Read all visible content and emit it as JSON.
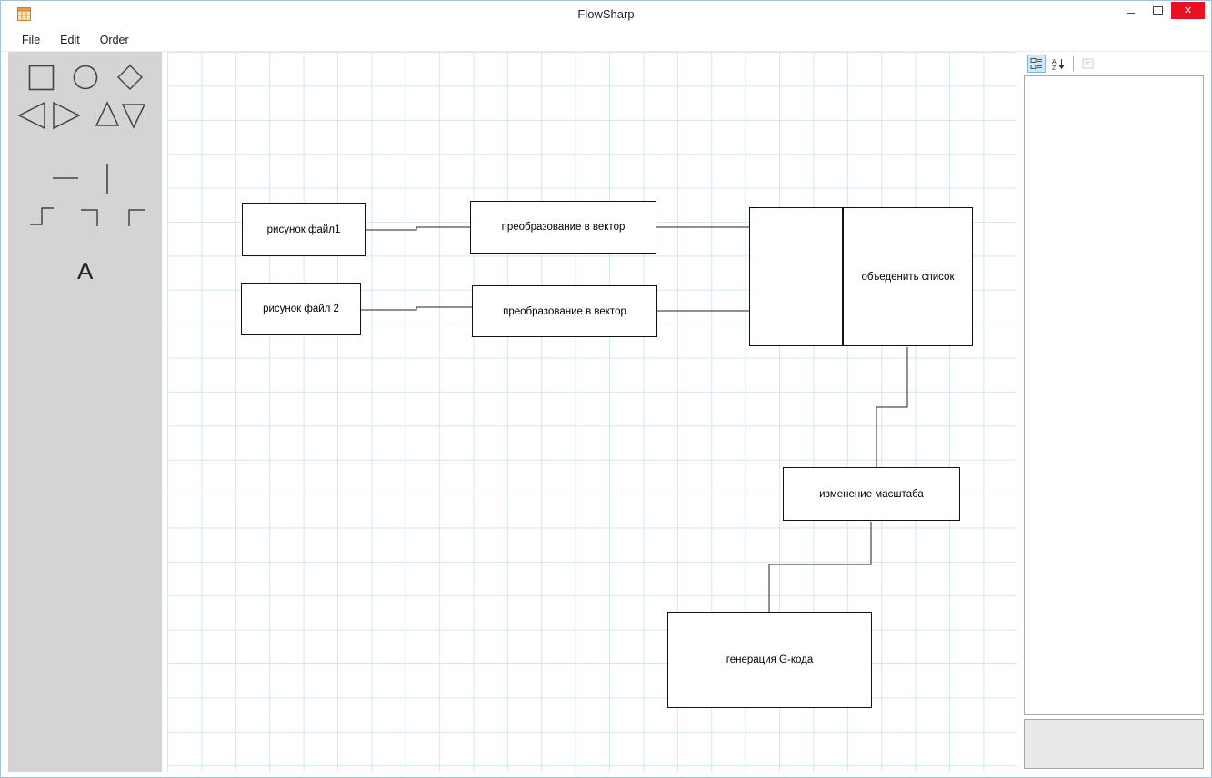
{
  "window": {
    "title": "FlowSharp",
    "controls": [
      {
        "name": "minimize",
        "glyph": "–"
      },
      {
        "name": "maximize",
        "glyph": "□"
      },
      {
        "name": "close",
        "glyph": "✕"
      }
    ]
  },
  "menu": {
    "items": [
      {
        "label": "File"
      },
      {
        "label": "Edit"
      },
      {
        "label": "Order"
      }
    ]
  },
  "toolbox": {
    "text_tool_label": "A",
    "tools": [
      "rectangle",
      "ellipse",
      "diamond",
      "left-triangle",
      "right-triangle",
      "up-triangle",
      "down-triangle",
      "horizontal-line",
      "vertical-line",
      "z-step-connector",
      "corner-connector-right-down",
      "corner-connector-left-down",
      "text"
    ]
  },
  "diagram": {
    "nodes": [
      {
        "id": "n1",
        "label": "рисунок файл1"
      },
      {
        "id": "n2",
        "label": "рисунок файл 2"
      },
      {
        "id": "n3",
        "label": "преобразование в вектор"
      },
      {
        "id": "n4",
        "label": "преобразование в вектор"
      },
      {
        "id": "n5",
        "label": ""
      },
      {
        "id": "n6",
        "label": "объеденить список"
      },
      {
        "id": "n7",
        "label": "изменение масштаба"
      },
      {
        "id": "n8",
        "label": "генерация G-кода"
      }
    ],
    "connections": [
      [
        "n1",
        "n3"
      ],
      [
        "n2",
        "n4"
      ],
      [
        "n3",
        "n5"
      ],
      [
        "n4",
        "n5"
      ],
      [
        "n6",
        "n7"
      ],
      [
        "n7",
        "n8"
      ]
    ]
  },
  "property_panel": {
    "toolbar": [
      {
        "name": "categorized",
        "selected": true
      },
      {
        "name": "alphabetical",
        "selected": false
      },
      {
        "name": "property-pages",
        "enabled": false
      }
    ],
    "sort_icon": {
      "a": "A",
      "z": "Z"
    }
  },
  "colors": {
    "close_button": "#e81123",
    "toolbox_bg": "#d4d4d4",
    "canvas_grid": "#d3e7f0",
    "selected_tool_bg": "#cde8f8",
    "window_border": "#a3c3d6"
  }
}
